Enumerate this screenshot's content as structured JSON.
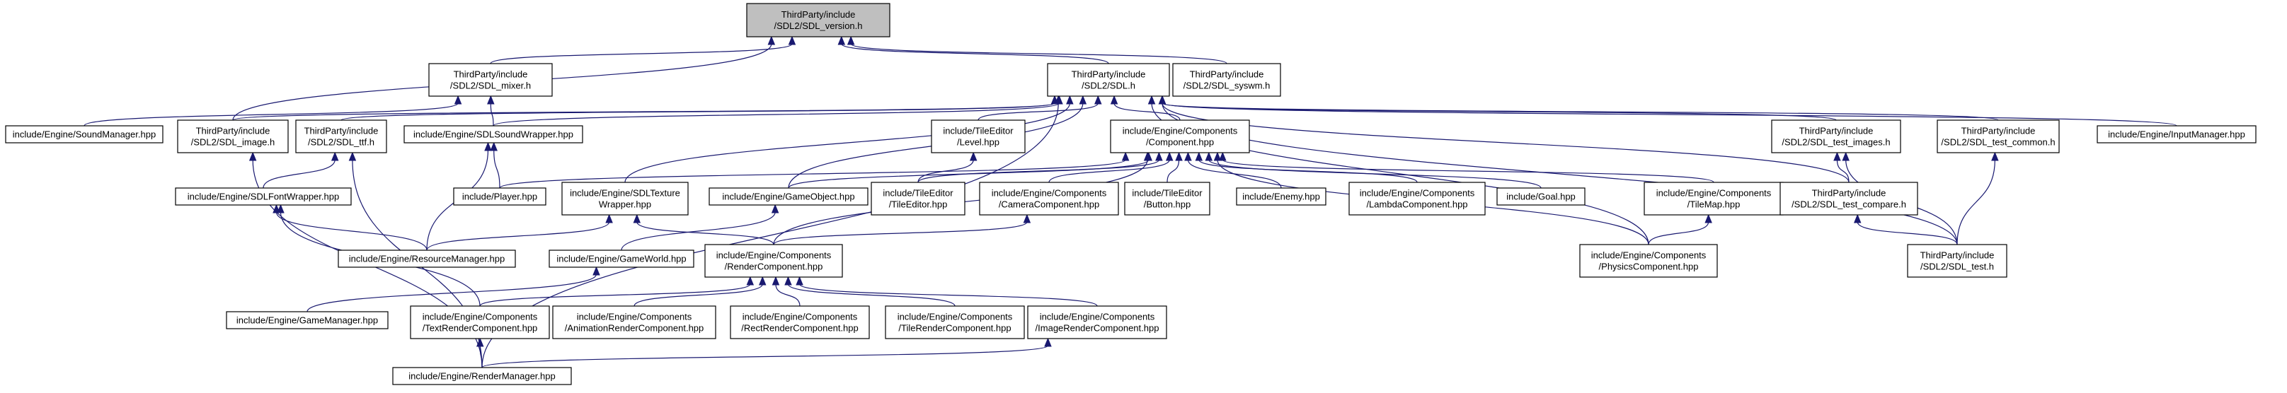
{
  "diagram": {
    "root": "n_version",
    "colors": {
      "edge": "#191970",
      "root_fill": "#bfbfbf",
      "node_fill": "#ffffff",
      "node_stroke": "#000000"
    },
    "nodes": [
      {
        "id": "n_version",
        "lines": [
          "ThirdParty/include",
          "/SDL2/SDL_version.h"
        ]
      },
      {
        "id": "n_mixer",
        "lines": [
          "ThirdParty/include",
          "/SDL2/SDL_mixer.h"
        ]
      },
      {
        "id": "n_sdl",
        "lines": [
          "ThirdParty/include",
          "/SDL2/SDL.h"
        ]
      },
      {
        "id": "n_syswm",
        "lines": [
          "ThirdParty/include",
          "/SDL2/SDL_syswm.h"
        ]
      },
      {
        "id": "n_soundmgr",
        "lines": [
          "include/Engine/SoundManager.hpp"
        ]
      },
      {
        "id": "n_image",
        "lines": [
          "ThirdParty/include",
          "/SDL2/SDL_image.h"
        ]
      },
      {
        "id": "n_ttf",
        "lines": [
          "ThirdParty/include",
          "/SDL2/SDL_ttf.h"
        ]
      },
      {
        "id": "n_sdlsound",
        "lines": [
          "include/Engine/SDLSoundWrapper.hpp"
        ]
      },
      {
        "id": "n_level",
        "lines": [
          "include/TileEditor",
          "/Level.hpp"
        ]
      },
      {
        "id": "n_component",
        "lines": [
          "include/Engine/Components",
          "/Component.hpp"
        ]
      },
      {
        "id": "n_testimages",
        "lines": [
          "ThirdParty/include",
          "/SDL2/SDL_test_images.h"
        ]
      },
      {
        "id": "n_testcommon",
        "lines": [
          "ThirdParty/include",
          "/SDL2/SDL_test_common.h"
        ]
      },
      {
        "id": "n_inputmgr",
        "lines": [
          "include/Engine/InputManager.hpp"
        ]
      },
      {
        "id": "n_fontwrap",
        "lines": [
          "include/Engine/SDLFontWrapper.hpp"
        ]
      },
      {
        "id": "n_player",
        "lines": [
          "include/Player.hpp"
        ]
      },
      {
        "id": "n_texwrap",
        "lines": [
          "include/Engine/SDLTexture",
          "Wrapper.hpp"
        ]
      },
      {
        "id": "n_gameobj",
        "lines": [
          "include/Engine/GameObject.hpp"
        ]
      },
      {
        "id": "n_tileeditor",
        "lines": [
          "include/TileEditor",
          "/TileEditor.hpp"
        ]
      },
      {
        "id": "n_camera",
        "lines": [
          "include/Engine/Components",
          "/CameraComponent.hpp"
        ]
      },
      {
        "id": "n_button",
        "lines": [
          "include/TileEditor",
          "/Button.hpp"
        ]
      },
      {
        "id": "n_enemy",
        "lines": [
          "include/Enemy.hpp"
        ]
      },
      {
        "id": "n_lambda",
        "lines": [
          "include/Engine/Components",
          "/LambdaComponent.hpp"
        ]
      },
      {
        "id": "n_goal",
        "lines": [
          "include/Goal.hpp"
        ]
      },
      {
        "id": "n_tilemap",
        "lines": [
          "include/Engine/Components",
          "/TileMap.hpp"
        ]
      },
      {
        "id": "n_testcompare",
        "lines": [
          "ThirdParty/include",
          "/SDL2/SDL_test_compare.h"
        ]
      },
      {
        "id": "n_resmgr",
        "lines": [
          "include/Engine/ResourceManager.hpp"
        ]
      },
      {
        "id": "n_gameworld",
        "lines": [
          "include/Engine/GameWorld.hpp"
        ]
      },
      {
        "id": "n_render",
        "lines": [
          "include/Engine/Components",
          "/RenderComponent.hpp"
        ]
      },
      {
        "id": "n_physics",
        "lines": [
          "include/Engine/Components",
          "/PhysicsComponent.hpp"
        ]
      },
      {
        "id": "n_sdltest",
        "lines": [
          "ThirdParty/include",
          "/SDL2/SDL_test.h"
        ]
      },
      {
        "id": "n_gamemgr",
        "lines": [
          "include/Engine/GameManager.hpp"
        ]
      },
      {
        "id": "n_textrender",
        "lines": [
          "include/Engine/Components",
          "/TextRenderComponent.hpp"
        ]
      },
      {
        "id": "n_animrender",
        "lines": [
          "include/Engine/Components",
          "/AnimationRenderComponent.hpp"
        ]
      },
      {
        "id": "n_rectrender",
        "lines": [
          "include/Engine/Components",
          "/RectRenderComponent.hpp"
        ]
      },
      {
        "id": "n_tilerender",
        "lines": [
          "include/Engine/Components",
          "/TileRenderComponent.hpp"
        ]
      },
      {
        "id": "n_imagerender",
        "lines": [
          "include/Engine/Components",
          "/ImageRenderComponent.hpp"
        ]
      },
      {
        "id": "n_rendermgr",
        "lines": [
          "include/Engine/RenderManager.hpp"
        ]
      }
    ],
    "edges": [
      [
        "n_mixer",
        "n_version"
      ],
      [
        "n_sdl",
        "n_version"
      ],
      [
        "n_syswm",
        "n_version"
      ],
      [
        "n_image",
        "n_version"
      ],
      [
        "n_soundmgr",
        "n_mixer"
      ],
      [
        "n_sdlsound",
        "n_mixer"
      ],
      [
        "n_image",
        "n_sdl"
      ],
      [
        "n_ttf",
        "n_sdl"
      ],
      [
        "n_sdlsound",
        "n_sdl"
      ],
      [
        "n_level",
        "n_sdl"
      ],
      [
        "n_component",
        "n_sdl"
      ],
      [
        "n_texwrap",
        "n_sdl"
      ],
      [
        "n_gameobj",
        "n_sdl"
      ],
      [
        "n_testimages",
        "n_sdl"
      ],
      [
        "n_testcommon",
        "n_sdl"
      ],
      [
        "n_inputmgr",
        "n_sdl"
      ],
      [
        "n_physics",
        "n_sdl"
      ],
      [
        "n_testcompare",
        "n_sdl"
      ],
      [
        "n_sdltest",
        "n_sdl"
      ],
      [
        "n_rendermgr",
        "n_sdl"
      ],
      [
        "n_rendermgr",
        "n_image"
      ],
      [
        "n_fontwrap",
        "n_ttf"
      ],
      [
        "n_rendermgr",
        "n_ttf"
      ],
      [
        "n_resmgr",
        "n_sdlsound"
      ],
      [
        "n_player",
        "n_sdlsound"
      ],
      [
        "n_tileeditor",
        "n_level"
      ],
      [
        "n_player",
        "n_component"
      ],
      [
        "n_gameobj",
        "n_component"
      ],
      [
        "n_tileeditor",
        "n_component"
      ],
      [
        "n_camera",
        "n_component"
      ],
      [
        "n_button",
        "n_component"
      ],
      [
        "n_enemy",
        "n_component"
      ],
      [
        "n_lambda",
        "n_component"
      ],
      [
        "n_goal",
        "n_component"
      ],
      [
        "n_tilemap",
        "n_component"
      ],
      [
        "n_physics",
        "n_component"
      ],
      [
        "n_render",
        "n_component"
      ],
      [
        "n_sdltest",
        "n_testimages"
      ],
      [
        "n_testcompare",
        "n_testimages"
      ],
      [
        "n_sdltest",
        "n_testcommon"
      ],
      [
        "n_resmgr",
        "n_fontwrap"
      ],
      [
        "n_textrender",
        "n_fontwrap"
      ],
      [
        "n_resmgr",
        "n_texwrap"
      ],
      [
        "n_render",
        "n_texwrap"
      ],
      [
        "n_gameworld",
        "n_gameobj"
      ],
      [
        "n_render",
        "n_camera"
      ],
      [
        "n_physics",
        "n_tilemap"
      ],
      [
        "n_sdltest",
        "n_testcompare"
      ],
      [
        "n_gamemgr",
        "n_gameworld"
      ],
      [
        "n_textrender",
        "n_render"
      ],
      [
        "n_animrender",
        "n_render"
      ],
      [
        "n_rectrender",
        "n_render"
      ],
      [
        "n_tilerender",
        "n_render"
      ],
      [
        "n_imagerender",
        "n_render"
      ],
      [
        "n_rendermgr",
        "n_textrender"
      ],
      [
        "n_rendermgr",
        "n_imagerender"
      ]
    ]
  }
}
